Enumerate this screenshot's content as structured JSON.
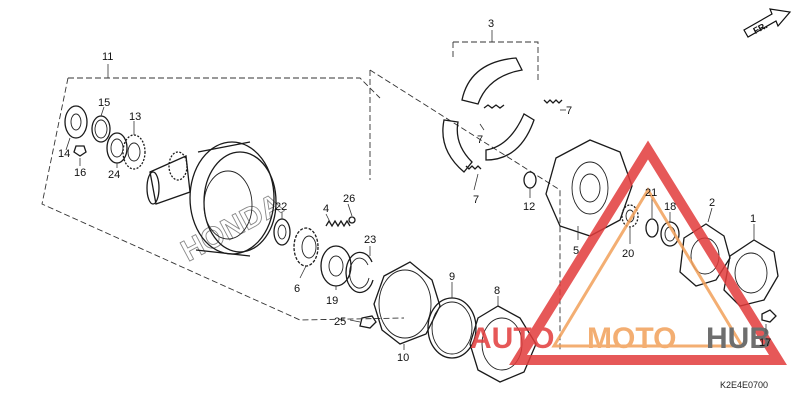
{
  "callouts": {
    "p1": "1",
    "p2": "2",
    "p3": "3",
    "p4": "4",
    "p5": "5",
    "p6": "6",
    "p7a": "7",
    "p7b": "7",
    "p7c": "7",
    "p8": "8",
    "p9": "9",
    "p10": "10",
    "p11": "11",
    "p12": "12",
    "p13": "13",
    "p14": "14",
    "p15": "15",
    "p16": "16",
    "p17": "17",
    "p18": "18",
    "p19": "19",
    "p20": "20",
    "p21": "21",
    "p22": "22",
    "p23": "23",
    "p24": "24",
    "p25": "25",
    "p26": "26"
  },
  "direction_label": "FR.",
  "diagram_code": "K2E4E0700",
  "watermark": {
    "left_text": "AUTO",
    "middle_text": "MOTO",
    "right_text": "HUB",
    "red": "#e23b3b",
    "orange": "#f2a05a",
    "grey": "#555555"
  },
  "brand_emboss": "HONDA"
}
